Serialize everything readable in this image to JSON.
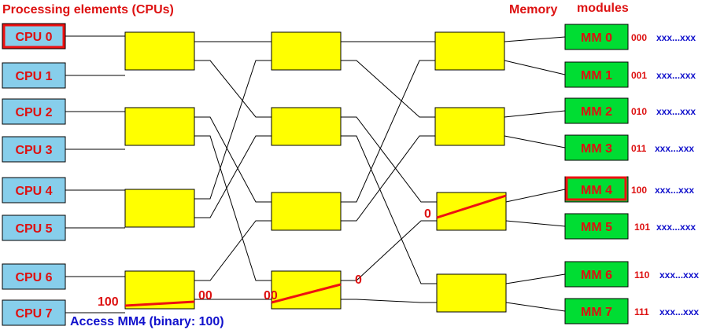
{
  "header": {
    "processors_title": "Processing elements (CPUs)",
    "memory_label": "Memory",
    "modules_label": "modules"
  },
  "cpus": [
    "CPU 0",
    "CPU 1",
    "CPU 2",
    "CPU 3",
    "CPU 4",
    "CPU 5",
    "CPU 6",
    "CPU 7"
  ],
  "memory_modules": [
    "MM 0",
    "MM 1",
    "MM 2",
    "MM 3",
    "MM 4",
    "MM 5",
    "MM 6",
    "MM 7"
  ],
  "addresses": [
    {
      "bits": "000",
      "suffix": "xxx...xxx"
    },
    {
      "bits": "001",
      "suffix": "xxx...xxx"
    },
    {
      "bits": "010",
      "suffix": "xxx...xxx"
    },
    {
      "bits": "011",
      "suffix": "xxx...xxx"
    },
    {
      "bits": "100",
      "suffix": "xxx...xxx"
    },
    {
      "bits": "101",
      "suffix": "xxx...xxx"
    },
    {
      "bits": "110",
      "suffix": "xxx...xxx"
    },
    {
      "bits": "111",
      "suffix": "xxx...xxx"
    }
  ],
  "route_labels": {
    "source_bits": "100",
    "stage1_out": "00",
    "stage2_in": "00",
    "stage2_out": "0",
    "stage3_in": "0"
  },
  "caption": "Access MM4 (binary: 100)",
  "highlight": {
    "cpu_index": 0,
    "mm_index": 4
  },
  "colors": {
    "cpu_fill": "#87ceeb",
    "mm_fill": "#00dd33",
    "switch_fill": "#ffff00",
    "label_red": "#dd1111",
    "caption_blue": "#1111cc",
    "route_red": "#ee1111"
  }
}
